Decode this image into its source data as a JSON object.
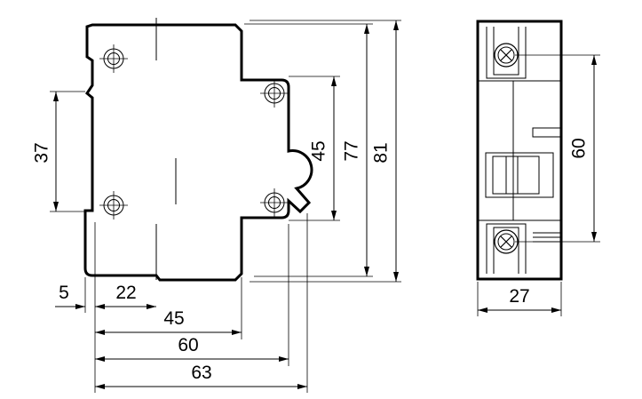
{
  "dimensions": {
    "d5": "5",
    "d22": "22",
    "d45_h": "45",
    "d60_h": "60",
    "d63": "63",
    "d37": "37",
    "d45_v": "45",
    "d77": "77",
    "d81": "81",
    "d60_v": "60",
    "d27": "27"
  },
  "colors": {
    "stroke": "#000000",
    "background": "#ffffff"
  }
}
